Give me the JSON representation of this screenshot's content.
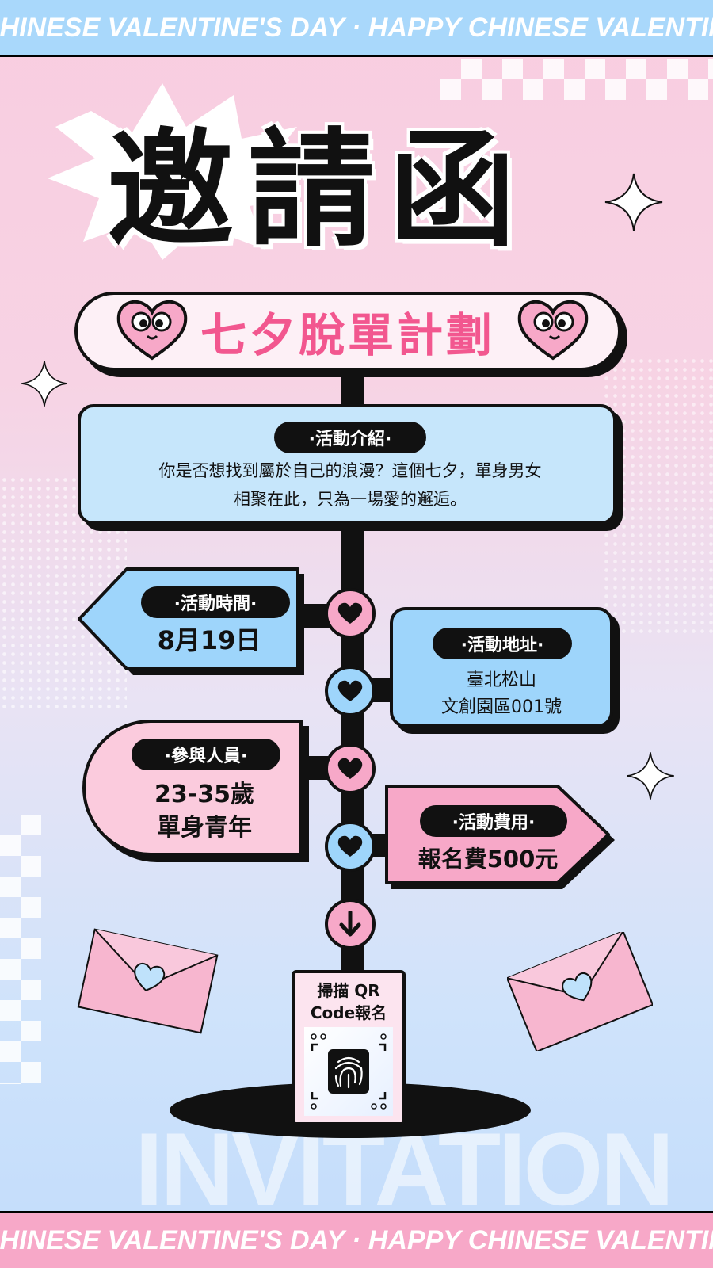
{
  "banner_top": "HAPPY CHINESE VALENTINE'S DAY · HAPPY CHINESE VALENTINE'S DAY",
  "banner_bottom": "HAPPY CHINESE VALENTINE'S DAY · HAPPY CHINESE VALENTINE'S DAY",
  "title": "邀請函",
  "subtitle": "七夕脫單計劃",
  "intro": {
    "label": "·活動介紹·",
    "line1": "你是否想找到屬於自己的浪漫？這個七夕，單身男女",
    "line2": "相聚在此，只為一場愛的邂逅。"
  },
  "time": {
    "label": "·活動時間·",
    "value": "8月19日"
  },
  "location": {
    "label": "·活動地址·",
    "line1": "臺北松山",
    "line2": "文創園區001號"
  },
  "people": {
    "label": "·參與人員·",
    "line1": "23-35歲",
    "line2": "單身青年"
  },
  "fee": {
    "label": "·活動費用·",
    "value": "報名費500元"
  },
  "qr": {
    "line1": "掃描 QR",
    "line2": "Code報名"
  },
  "watermark": "INVITATION",
  "colors": {
    "pink": "#f7a8c8",
    "light_pink": "#fbcbdd",
    "blue": "#9ed5fb",
    "light_blue": "#c6e6fb",
    "accent_text": "#f2578f",
    "ink": "#111111"
  },
  "icons": [
    "heart-icon",
    "arrow-down-icon",
    "fingerprint-icon",
    "sparkle-icon",
    "envelope-icon",
    "heart-face-icon"
  ]
}
